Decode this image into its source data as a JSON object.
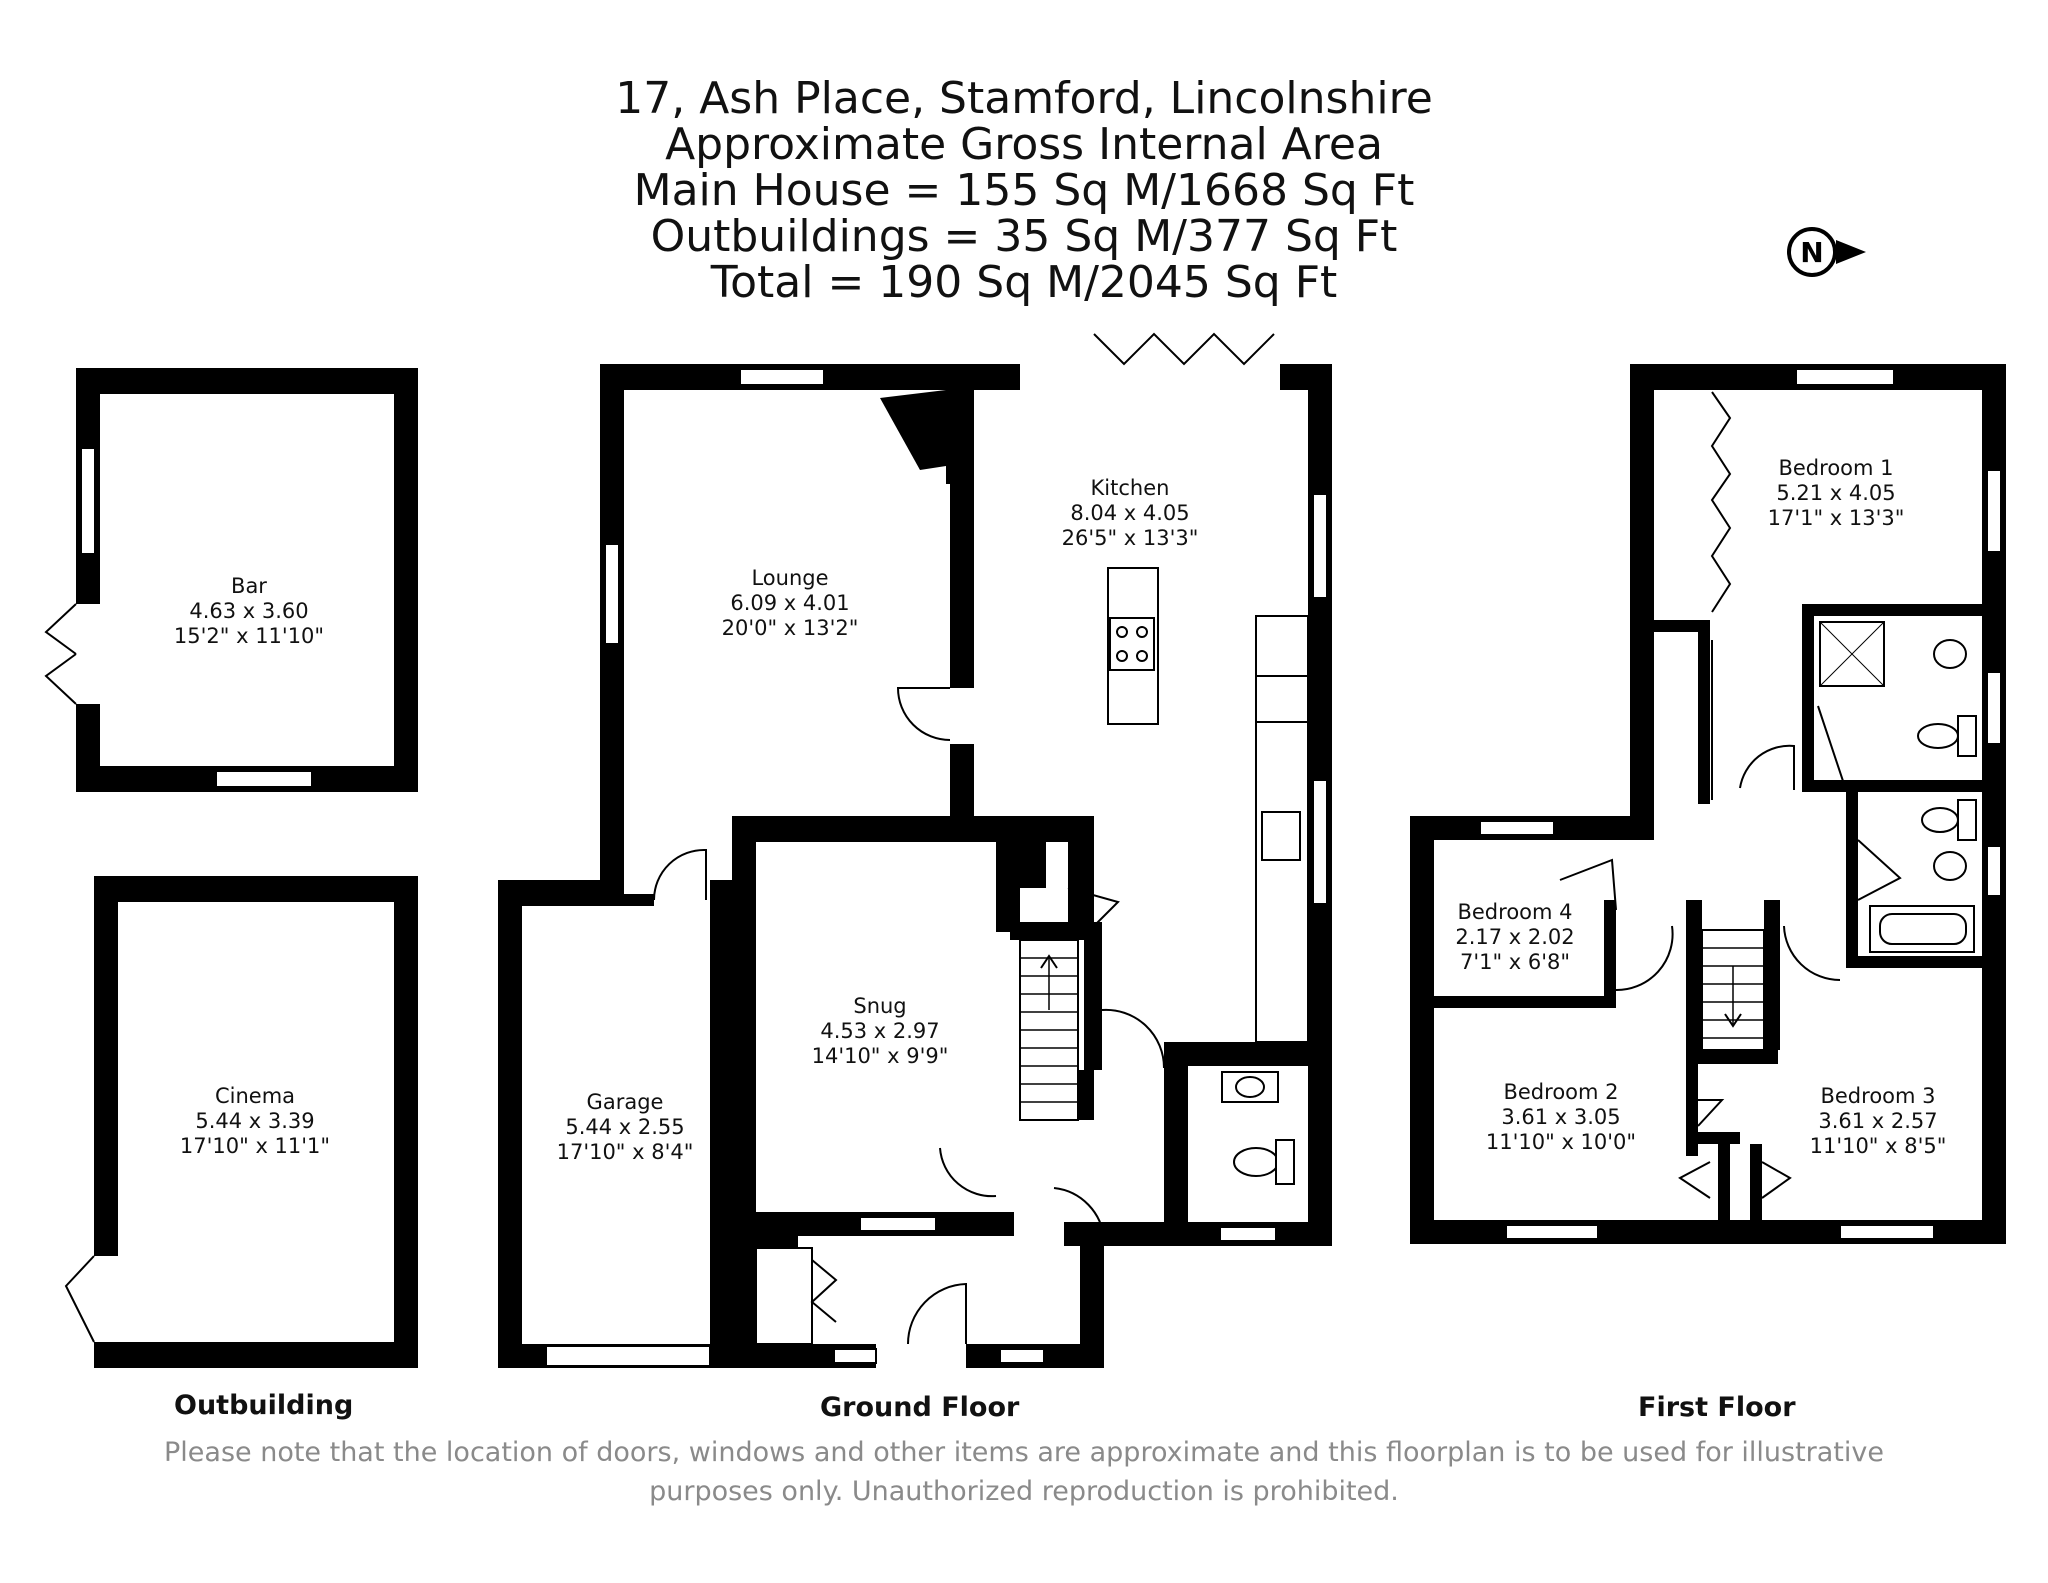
{
  "header": {
    "address": "17, Ash Place, Stamford, Lincolnshire",
    "area_title": "Approximate Gross Internal Area",
    "main_house": "Main House = 155 Sq M/1668 Sq Ft",
    "outbuildings": "Outbuildings = 35 Sq M/377 Sq Ft",
    "total": "Total = 190 Sq M/2045 Sq Ft"
  },
  "compass": {
    "letter": "N"
  },
  "rooms": {
    "bar": {
      "name": "Bar",
      "metric": "4.63 x 3.60",
      "imperial": "15'2\" x 11'10\""
    },
    "cinema": {
      "name": "Cinema",
      "metric": "5.44 x 3.39",
      "imperial": "17'10\" x 11'1\""
    },
    "lounge": {
      "name": "Lounge",
      "metric": "6.09 x 4.01",
      "imperial": "20'0\" x 13'2\""
    },
    "kitchen": {
      "name": "Kitchen",
      "metric": "8.04 x 4.05",
      "imperial": "26'5\" x 13'3\""
    },
    "snug": {
      "name": "Snug",
      "metric": "4.53 x 2.97",
      "imperial": "14'10\" x 9'9\""
    },
    "garage": {
      "name": "Garage",
      "metric": "5.44 x 2.55",
      "imperial": "17'10\" x 8'4\""
    },
    "bedroom1": {
      "name": "Bedroom 1",
      "metric": "5.21 x 4.05",
      "imperial": "17'1\" x 13'3\""
    },
    "bedroom2": {
      "name": "Bedroom 2",
      "metric": "3.61 x 3.05",
      "imperial": "11'10\" x 10'0\""
    },
    "bedroom3": {
      "name": "Bedroom 3",
      "metric": "3.61 x 2.57",
      "imperial": "11'10\" x 8'5\""
    },
    "bedroom4": {
      "name": "Bedroom 4",
      "metric": "2.17 x 2.02",
      "imperial": "7'1\" x 6'8\""
    }
  },
  "floors": {
    "outbuilding": "Outbuilding",
    "ground": "Ground Floor",
    "first": "First Floor"
  },
  "disclaimer": {
    "line1": "Please note that the location of doors, windows and other items are approximate and this floorplan is to be used for illustrative",
    "line2": "purposes only. Unauthorized reproduction is prohibited."
  },
  "colors": {
    "wall": "#000000",
    "note_text": "#8a8a8a"
  }
}
